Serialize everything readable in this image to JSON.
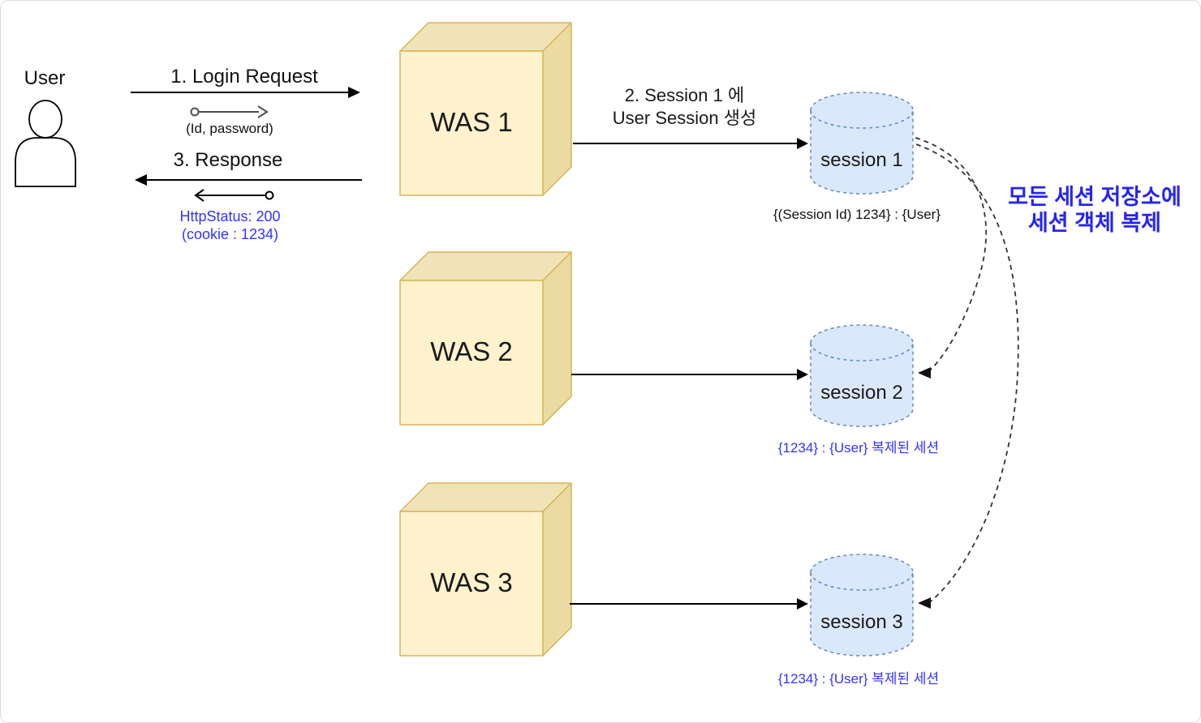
{
  "diagram": {
    "user": {
      "label": "User"
    },
    "flows": {
      "login": {
        "label": "1. Login Request",
        "detail": "(Id, password)"
      },
      "response": {
        "label": "3. Response",
        "status": "HttpStatus: 200",
        "cookie": "(cookie : 1234)"
      },
      "session_create": {
        "line1": "2.  Session 1 에",
        "line2": "User Session 생성"
      }
    },
    "was_boxes": [
      {
        "label": "WAS 1"
      },
      {
        "label": "WAS 2"
      },
      {
        "label": "WAS 3"
      }
    ],
    "sessions": [
      {
        "label": "session 1",
        "caption": "{(Session Id) 1234} : {User}"
      },
      {
        "label": "session 2",
        "caption": "{1234} : {User}  복제된 세션"
      },
      {
        "label": "session 3",
        "caption": "{1234} : {User}  복제된 세션"
      }
    ],
    "replication_note": {
      "line1": "모든 세션 저장소에",
      "line2": "세션 객체 복제"
    },
    "colors": {
      "blue_text": "#3333ff",
      "cube_fill": "#fff2cc",
      "cube_border": "#d6b656",
      "cylinder_fill": "#dae8fc",
      "cylinder_border": "#6c8ebf",
      "arrow_black": "#000000",
      "detail_arrow_gray": "#4d4d4d"
    }
  }
}
